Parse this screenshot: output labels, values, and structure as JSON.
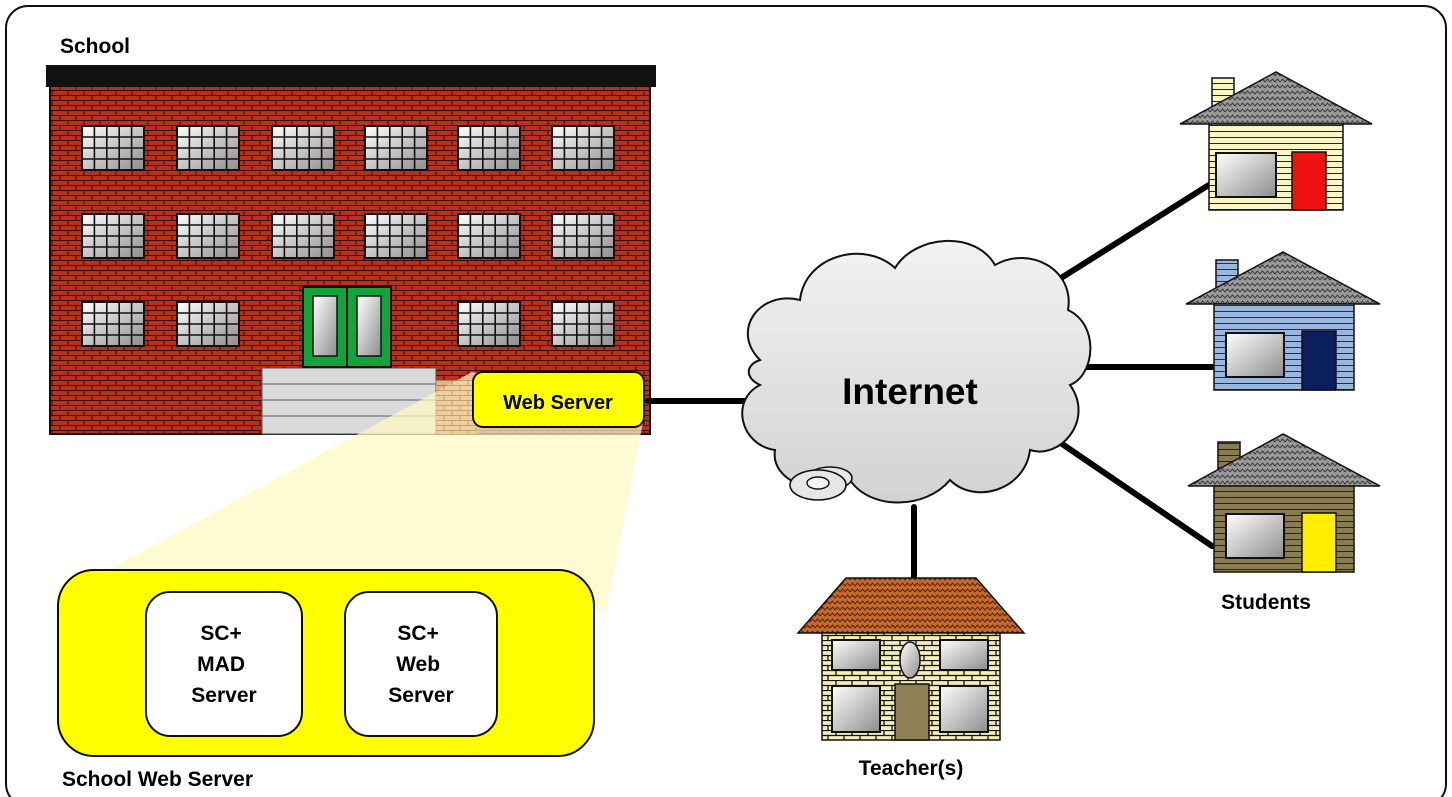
{
  "diagram": {
    "school_label": "School",
    "web_server_label": "Web Server",
    "internet_label": "Internet",
    "students_label": "Students",
    "teacher_label": "Teacher(s)",
    "school_web_server_label": "School Web Server",
    "server_boxes": [
      {
        "lines": [
          "SC+",
          "MAD",
          "Server"
        ]
      },
      {
        "lines": [
          "SC+",
          "Web",
          "Server"
        ]
      }
    ]
  },
  "colors": {
    "brick": "#b8311c",
    "mortar": "#3a0a05",
    "roof_top": "#111111",
    "web_server_fill": "#ffff00",
    "spotlight": "#fefac0",
    "door_green": "#12a33a",
    "house1_wall": "#fbf6c6",
    "house1_door": "#ee1111",
    "house2_wall": "#9ab6dc",
    "house2_door": "#0b1f5e",
    "house3_wall": "#8a7c52",
    "house3_door": "#ffee00",
    "teacher_wall": "#f3edb7",
    "teacher_roof": "#c76a2a",
    "teacher_door": "#8f7f55",
    "roof_grey": "#9a9a9a",
    "cloud_fill": "#e6e6e6"
  }
}
